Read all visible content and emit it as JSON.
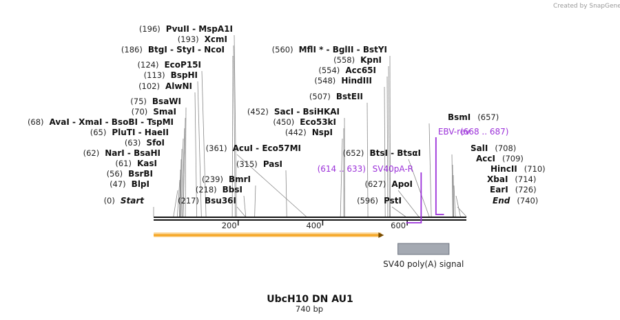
{
  "credit": "Created by SnapGene",
  "title": "UbcH10 DN AU1",
  "length_label": "740 bp",
  "colors": {
    "primer": "#9b30d9",
    "orf": "#f5a623",
    "feature": "#a4a9b2"
  },
  "sequence": {
    "length": 740
  },
  "ruler": [
    {
      "value": 200,
      "label": "200"
    },
    {
      "value": 400,
      "label": "400"
    },
    {
      "value": 600,
      "label": "600"
    }
  ],
  "sites": [
    {
      "position": "(196)",
      "names": [
        "PvuII",
        "MspA1I"
      ],
      "bp": 196
    },
    {
      "position": "(193)",
      "names": [
        "XcmI"
      ],
      "bp": 193
    },
    {
      "position": "(186)",
      "names": [
        "BtgI",
        "StyI",
        "NcoI"
      ],
      "bp": 186
    },
    {
      "position": "(124)",
      "names": [
        "EcoP15I"
      ],
      "bp": 124
    },
    {
      "position": "(113)",
      "names": [
        "BspHI"
      ],
      "bp": 113
    },
    {
      "position": "(102)",
      "names": [
        "AlwNI"
      ],
      "bp": 102
    },
    {
      "position": "(75)",
      "names": [
        "BsaWI"
      ],
      "bp": 75
    },
    {
      "position": "(70)",
      "names": [
        "SmaI"
      ],
      "bp": 70
    },
    {
      "position": "(68)",
      "names": [
        "AvaI",
        "XmaI",
        "BsoBI",
        "TspMI"
      ],
      "bp": 68
    },
    {
      "position": "(65)",
      "names": [
        "PluTI",
        "HaeII"
      ],
      "bp": 65
    },
    {
      "position": "(63)",
      "names": [
        "SfoI"
      ],
      "bp": 63
    },
    {
      "position": "(62)",
      "names": [
        "NarI",
        "BsaHI"
      ],
      "bp": 62
    },
    {
      "position": "(61)",
      "names": [
        "KasI"
      ],
      "bp": 61
    },
    {
      "position": "(56)",
      "names": [
        "BsrBI"
      ],
      "bp": 56
    },
    {
      "position": "(47)",
      "names": [
        "BlpI"
      ],
      "bp": 47
    },
    {
      "position": "(0)",
      "names": [
        "Start"
      ],
      "bp": 0,
      "italic": true
    },
    {
      "position": "(361)",
      "names": [
        "AcuI",
        "Eco57MI"
      ],
      "bp": 361
    },
    {
      "position": "(315)",
      "names": [
        "PasI"
      ],
      "bp": 315
    },
    {
      "position": "(239)",
      "names": [
        "BmrI"
      ],
      "bp": 239
    },
    {
      "position": "(218)",
      "names": [
        "BbsI"
      ],
      "bp": 218
    },
    {
      "position": "(217)",
      "names": [
        "Bsu36I"
      ],
      "bp": 217
    },
    {
      "position": "(560)",
      "names": [
        "MflI *",
        "BglII",
        "BstYI"
      ],
      "bp": 560
    },
    {
      "position": "(558)",
      "names": [
        "KpnI"
      ],
      "bp": 558
    },
    {
      "position": "(554)",
      "names": [
        "Acc65I"
      ],
      "bp": 554
    },
    {
      "position": "(548)",
      "names": [
        "HindIII"
      ],
      "bp": 548
    },
    {
      "position": "(507)",
      "names": [
        "BstEII"
      ],
      "bp": 507
    },
    {
      "position": "(452)",
      "names": [
        "SacI",
        "BsiHKAI"
      ],
      "bp": 452
    },
    {
      "position": "(450)",
      "names": [
        "Eco53kI"
      ],
      "bp": 450
    },
    {
      "position": "(442)",
      "names": [
        "NspI"
      ],
      "bp": 442
    },
    {
      "position": "(652)",
      "names": [
        "BtsI",
        "BtsαI"
      ],
      "bp": 652
    },
    {
      "position": "(627)",
      "names": [
        "ApoI"
      ],
      "bp": 627
    },
    {
      "position": "(596)",
      "names": [
        "PstI"
      ],
      "bp": 596
    },
    {
      "position": "(657)",
      "names": [
        "BsmI"
      ],
      "bp": 657
    },
    {
      "position": "(708)",
      "names": [
        "SalI"
      ],
      "bp": 708
    },
    {
      "position": "(709)",
      "names": [
        "AccI"
      ],
      "bp": 709
    },
    {
      "position": "(710)",
      "names": [
        "HincII"
      ],
      "bp": 710
    },
    {
      "position": "(714)",
      "names": [
        "XbaI"
      ],
      "bp": 714
    },
    {
      "position": "(726)",
      "names": [
        "EarI"
      ],
      "bp": 726
    },
    {
      "position": "(740)",
      "names": [
        "End"
      ],
      "bp": 740,
      "italic": true
    }
  ],
  "primers": [
    {
      "name": "EBV-rev",
      "range": "(668 .. 687)",
      "start": 668,
      "end": 687,
      "strand": "forward"
    },
    {
      "name": "SV40pA-R",
      "range": "(614 .. 633)",
      "start": 614,
      "end": 633,
      "strand": "reverse"
    }
  ],
  "features": [
    {
      "name": "",
      "type": "orf",
      "start": 0,
      "end": 545,
      "direction": "forward"
    },
    {
      "name": "SV40 poly(A) signal",
      "type": "polyA",
      "start": 578,
      "end": 699
    }
  ]
}
